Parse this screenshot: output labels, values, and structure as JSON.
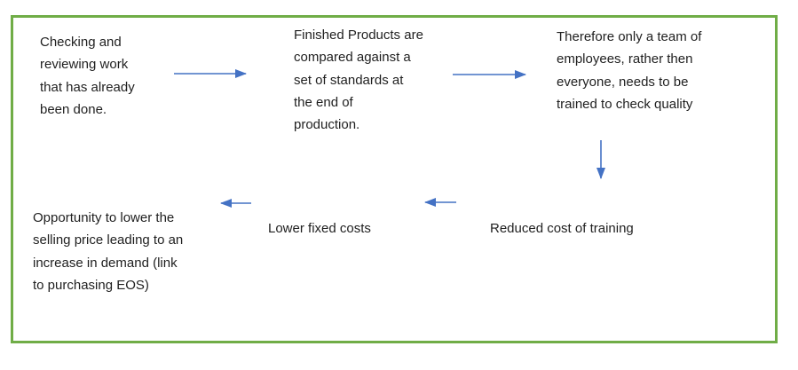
{
  "diagram": {
    "colors": {
      "border": "#70AD47",
      "arrow": "#4472C4",
      "text": "#1f1f1f",
      "background": "#ffffff"
    },
    "nodes": {
      "checking": {
        "text": "Checking and\nreviewing work\nthat has already\nbeen done."
      },
      "finished": {
        "text": "Finished Products are\ncompared against a\nset of standards at\nthe end of\nproduction."
      },
      "team": {
        "text": "Therefore only a team of\nemployees, rather then\neveryone, needs to be\ntrained to check quality"
      },
      "reduced": {
        "text": "Reduced cost of training"
      },
      "lower_fixed": {
        "text": "Lower fixed costs"
      },
      "opportunity": {
        "text": "Opportunity to lower the\nselling price leading to an\nincrease in demand (link\nto purchasing EOS)"
      }
    }
  }
}
